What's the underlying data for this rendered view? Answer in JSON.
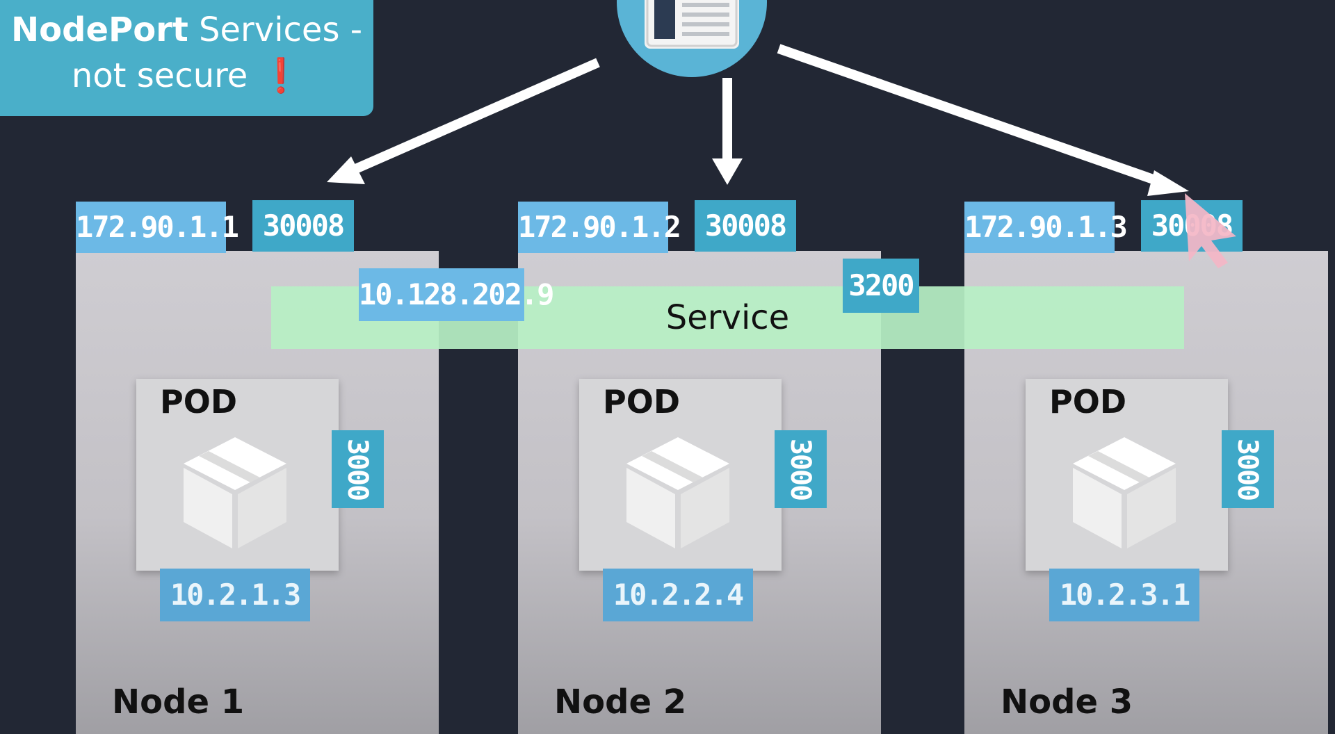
{
  "title": {
    "line1_bold": "NodePort",
    "line1_rest": " Services -",
    "line2": "not secure",
    "warning_glyph": "❗"
  },
  "service": {
    "label": "Service",
    "cluster_ip": "10.128.202.9",
    "port": "3200"
  },
  "nodes": [
    {
      "label": "Node 1",
      "ip": "172.90.1.1",
      "node_port": "30008",
      "pod": {
        "label": "POD",
        "ip": "10.2.1.3",
        "port": "3000"
      }
    },
    {
      "label": "Node 2",
      "ip": "172.90.1.2",
      "node_port": "30008",
      "pod": {
        "label": "POD",
        "ip": "10.2.2.4",
        "port": "3000"
      }
    },
    {
      "label": "Node 3",
      "ip": "172.90.1.3",
      "node_port": "30008",
      "pod": {
        "label": "POD",
        "ip": "10.2.3.1",
        "port": "3000"
      }
    }
  ],
  "colors": {
    "background": "#222734",
    "title_card": "#4aafc9",
    "ip_tag": "#6cb9e6",
    "port_tag": "#3fa8c8",
    "service_bar": "#b7f0c4",
    "warning": "#e11d1d",
    "cursor": "#f4b6c6"
  },
  "icons": {
    "client": "browser-window-icon",
    "pod": "package-box-icon",
    "cursor": "mouse-pointer-icon"
  }
}
